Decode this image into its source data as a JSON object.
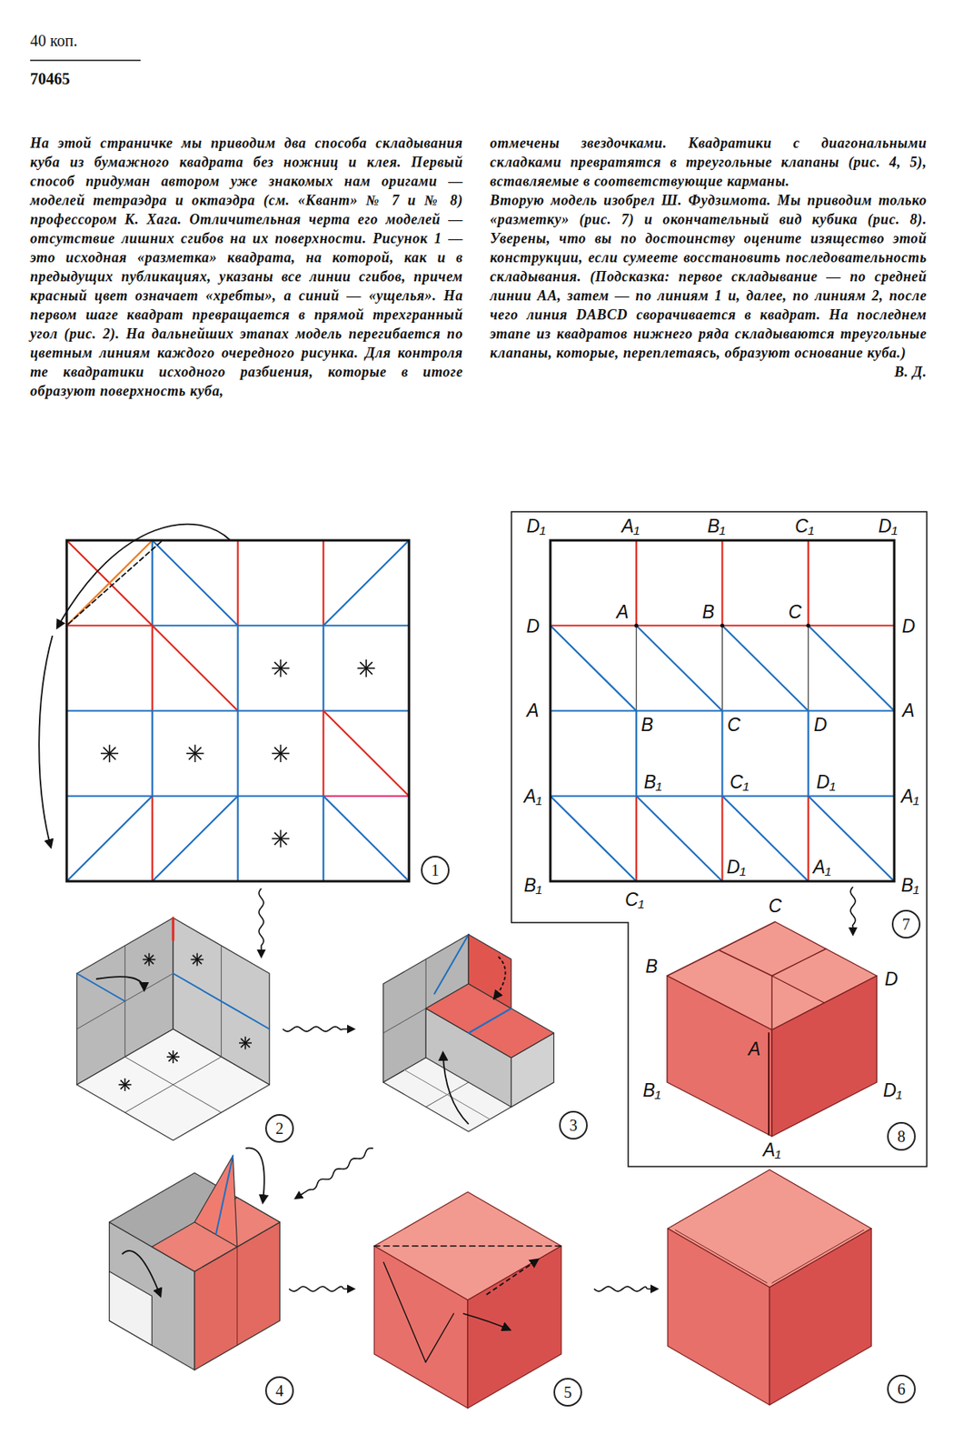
{
  "diagram": {
    "nodes": [
      {
        "text": [
          "1"
        ]
      },
      {
        "text": [
          "7"
        ]
      },
      {
        "text": [
          "2"
        ]
      },
      {
        "text": [
          "3"
        ]
      },
      {
        "text": [
          "8"
        ]
      },
      {
        "text": [
          "4"
        ]
      },
      {
        "text": [
          "5"
        ]
      },
      {
        "text": [
          "6"
        ]
      }
    ],
    "labels": [
      "40 коп.",
      "70465",
      "На этой страничке мы приводим два способа складывания куба из бумажного квадрата без ножниц и клея. Первый способ придуман автором уже знакомых нам оригами — моделей тетраэдра и октаэдра (см. «Квант» № 7 и № 8) профессором К. Хага. Отличительная черта его моделей — отсутствие лишних сгибов на их поверхности. Рисунок 1 — это исходная «разметка» квадрата, на которой, как и в предыдущих публикациях, указаны все линии сгибов, причем красный цвет означает «хребты», а синий — «ущелья». На первом шаге квадрат превращается в прямой трехгранный угол (рис. 2). На дальнейших этапах модель перегибается по цветным линиям каждого очередного рисунка. Для контроля те квадратики исходного разбиения, которые в итоге образуют поверхность куба,",
      "отмечены звездочками. Квадратики с диагональными складками превратятся в треугольные клапаны (рис. 4, 5), вставляемые в соответствующие карманы.",
      "Вторую модель изобрел Ш. Фудзимота. Мы приводим только «разметку» (рис. 7) и окончательный вид кубика (рис. 8). Уверены, что вы по достоинству оцените изящество этой конструкции, если сумеете восстановить последовательность складывания. (Подсказка: первое складывание — по средней линии AA, затем — по линиям 1 и, далее, по линиям 2, после чего линия DABCD сворачивается в квадрат. На последнем этапе из квадратов нижнего ряда складываются треугольные клапаны, которые, переплетаясь, образуют основание куба.)",
      "В. Д.",
      "D₁",
      "A₁",
      "B₁",
      "C₁",
      "D₁",
      "D",
      "A",
      "B",
      "C",
      "D",
      "A",
      "B",
      "C",
      "D",
      "A",
      "A₁",
      "B₁",
      "C₁",
      "D₁",
      "A₁",
      "B₁",
      "C₁",
      "D₁",
      "A₁",
      "B₁",
      "C",
      "B",
      "D",
      "A",
      "B₁",
      "D₁",
      "A₁"
    ]
  }
}
